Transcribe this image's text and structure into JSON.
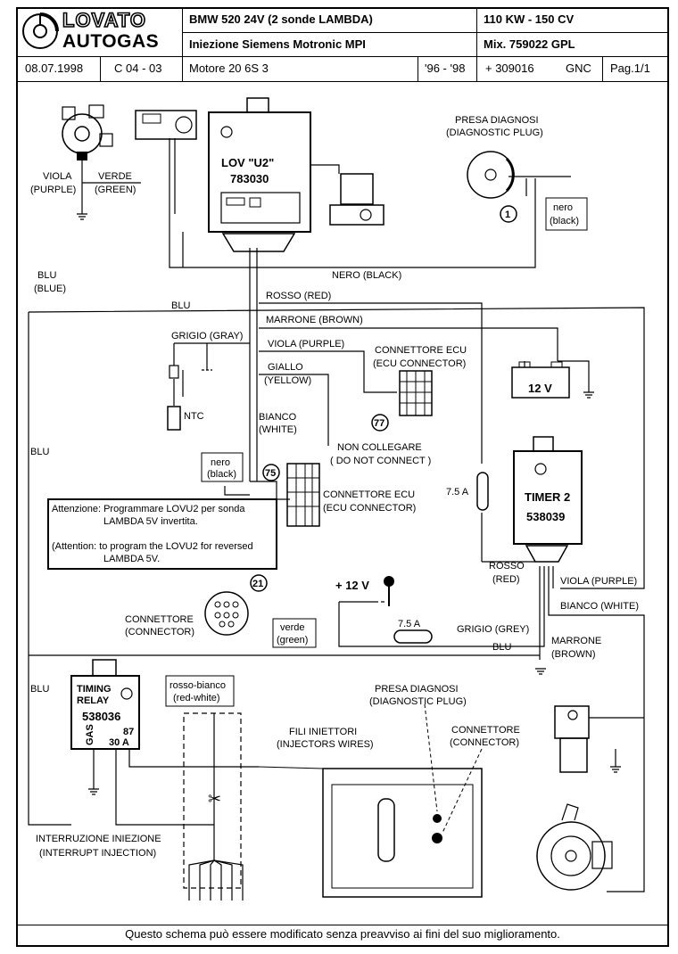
{
  "header": {
    "logo_name": "LOVATO",
    "logo_sub": "AUTOGAS",
    "vehicle": "BMW   520  24V   (2 sonde LAMBDA)",
    "power": "110 KW - 150 CV",
    "injection": "Iniezione  Siemens  Motronic  MPI",
    "mix": "Mix. 759022  GPL",
    "date": "08.07.1998",
    "code": "C 04 - 03",
    "engine": "Motore   20 6S 3",
    "years": "'96 - '98",
    "number": "+ 309016",
    "gnc": "GNC",
    "page": "Pag.1/1"
  },
  "labels": {
    "viola": "VIOLA",
    "viola_en": "(PURPLE)",
    "verde": "VERDE",
    "verde_en": "(GREEN)",
    "lov_title": "LOV \"U2\"",
    "lov_code": "783030",
    "presa1": "PRESA DIAGNOSI",
    "presa1_en": "(DIAGNOSTIC PLUG)",
    "nero_small": "nero",
    "black_small": "(black)",
    "blu_upper": "BLU",
    "blu_upper_en": "(BLUE)",
    "nero_black": "NERO (BLACK)",
    "rosso_red": "ROSSO (RED)",
    "blu_mid": "BLU",
    "marrone_brown": "MARRONE (BROWN)",
    "grigio_gray": "GRIGIO (GRAY)",
    "viola_purple": "VIOLA (PURPLE)",
    "conn_ecu1": "CONNETTORE ECU",
    "conn_ecu1_en": "(ECU CONNECTOR)",
    "giallo": "GIALLO",
    "giallo_en": "(YELLOW)",
    "battery": "12 V",
    "ntc": "NTC",
    "bianco": "BIANCO",
    "bianco_en": "(WHITE)",
    "non_collegare": "NON COLLEGARE",
    "dont_connect": "( DO NOT CONNECT )",
    "blu_left": "BLU",
    "nero2": "nero",
    "black2": "(black)",
    "conn_ecu2": "CONNETTORE ECU",
    "conn_ecu2_en": "(ECU CONNECTOR)",
    "fuse1": "7.5 A",
    "timer_title": "TIMER 2",
    "timer_code": "538039",
    "note_line1": "Attenzione: Programmare LOVU2 per sonda",
    "note_line2": "LAMBDA 5V invertita.",
    "note_line3": "(Attention: to program the LOVU2 for reversed",
    "note_line4": "LAMBDA 5V.",
    "rosso2": "ROSSO",
    "red2": "(RED)",
    "viola2": "VIOLA (PURPLE)",
    "plus12": "+ 12 V",
    "bianco2": "BIANCO (WHITE)",
    "connettore": "CONNETTORE",
    "connector": "(CONNECTOR)",
    "verde2": "verde",
    "green2": "(green)",
    "fuse2": "7.5 A",
    "grigio_grey": "GRIGIO (GREY)",
    "blu_lower": "BLU",
    "marrone2": "MARRONE",
    "brown2": "(BROWN)",
    "blu_bottom": "BLU",
    "timing1": "TIMING",
    "timing2": "RELAY",
    "timing_code": "538036",
    "gas": "GAS",
    "pin87": "87",
    "pin30a": "30 A",
    "rosso_bianco": "rosso-bianco",
    "red_white": "(red-white)",
    "fili": "FILI INIETTORI",
    "fili_en": "(INJECTORS WIRES)",
    "presa2": "PRESA DIAGNOSI",
    "presa2_en": "(DIAGNOSTIC PLUG)",
    "conn3": "CONNETTORE",
    "conn3_en": "(CONNECTOR)",
    "interruzione": "INTERRUZIONE INIEZIONE",
    "interrupt": "(INTERRUPT INJECTION)",
    "ref1": "1",
    "ref77": "77",
    "ref75": "75",
    "ref21": "21"
  },
  "footer": "Questo schema può essere modificato senza preavviso ai fini del suo miglioramento."
}
